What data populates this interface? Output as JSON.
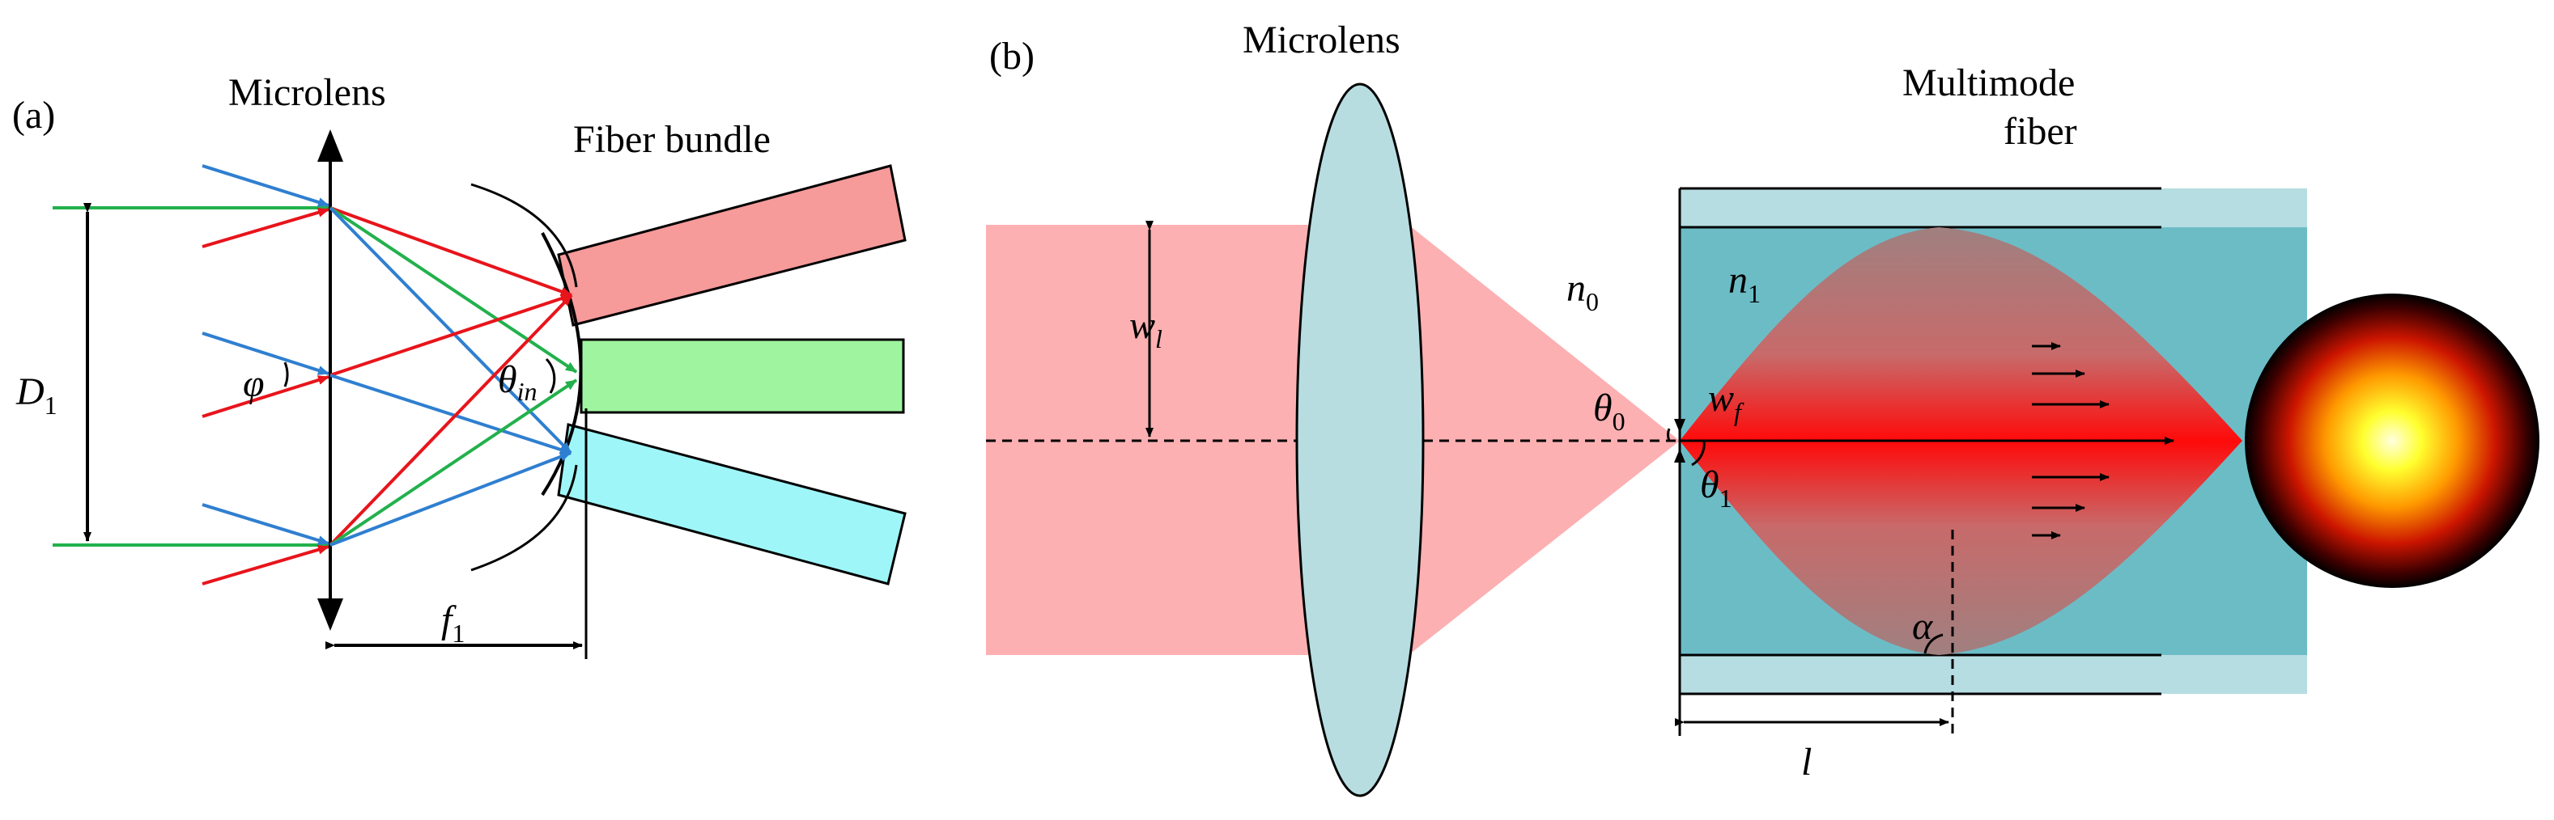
{
  "panel_a": {
    "tag": "(a)",
    "microlens_label": "Microlens",
    "fiber_bundle_label": "Fiber bundle",
    "d1": {
      "main": "D",
      "sub": "1"
    },
    "phi": "φ",
    "theta_in": {
      "main": "θ",
      "sub": "in"
    },
    "f1": {
      "main": "f",
      "sub": "1"
    }
  },
  "panel_b": {
    "tag": "(b)",
    "microlens_label": "Microlens",
    "fiber_label_line1": "Multimode",
    "fiber_label_line2": "fiber",
    "w_l": {
      "main": "w",
      "sub": "l"
    },
    "n0": {
      "main": "n",
      "sub": "0"
    },
    "n1": {
      "main": "n",
      "sub": "1"
    },
    "theta0": {
      "main": "θ",
      "sub": "0"
    },
    "w_f": {
      "main": "w",
      "sub": "f"
    },
    "theta1": {
      "main": "θ",
      "sub": "1"
    },
    "alpha": "α",
    "l": "l"
  },
  "colors": {
    "ray_green": "#22b14c",
    "ray_red": "#e8141b",
    "ray_blue": "#2f7fd0",
    "fiber_red": "#f69a9a",
    "fiber_green": "#9ff59f",
    "fiber_cyan": "#9ff6f8",
    "beam_pink": "#fcb0b2",
    "lens_fill": "#b7dde1",
    "core": "#6cbcc6",
    "cladding": "#b6dde2",
    "spot_outer": "#000000",
    "spot_center": "#ffffe0"
  }
}
